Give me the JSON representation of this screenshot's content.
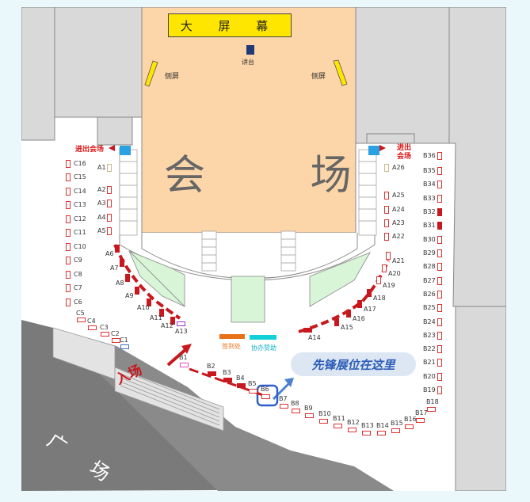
{
  "venue": {
    "big_screen": "大 屏 幕",
    "podium": "讲台",
    "side_screen_left": "侧屏",
    "side_screen_right": "侧屏",
    "hall": "会 场",
    "exit_left": "进出会场",
    "exit_right": "进出会场",
    "sign_in": "签到处",
    "sponsor": "协办赞助",
    "entrance": "入场",
    "plaza": "广场",
    "pioneer_callout": "先锋展位在这里"
  },
  "colors": {
    "hall": "#fcd5a8",
    "green_seating": "#d8f5d8",
    "booth_outline": "#dd3333",
    "booth_filled": "#c8181e",
    "callout": "#2d5db8",
    "screen": "#ffe600",
    "plaza": "#7a7a7a",
    "building": "#d9d9d9"
  },
  "booths": {
    "C": [
      "C1",
      "C2",
      "C3",
      "C4",
      "C5",
      "C6",
      "C7",
      "C8",
      "C9",
      "C10",
      "C11",
      "C12",
      "C13",
      "C14",
      "C15",
      "C16"
    ],
    "A": [
      "A1",
      "A2",
      "A3",
      "A4",
      "A5",
      "A6",
      "A7",
      "A8",
      "A9",
      "A10",
      "A11",
      "A12",
      "A13",
      "A14",
      "A15",
      "A16",
      "A17",
      "A18",
      "A19",
      "A20",
      "A21",
      "A22",
      "A23",
      "A24",
      "A25",
      "A26"
    ],
    "B": [
      "B1",
      "B2",
      "B3",
      "B4",
      "B5",
      "B6",
      "B7",
      "B8",
      "B9",
      "B10",
      "B11",
      "B12",
      "B13",
      "B14",
      "B15",
      "B16",
      "B17",
      "B18",
      "B19",
      "B20",
      "B21",
      "B22",
      "B23",
      "B24",
      "B25",
      "B26",
      "B27",
      "B28",
      "B29",
      "B30",
      "B31",
      "B32",
      "B33",
      "B34",
      "B35",
      "B36"
    ]
  },
  "highlighted_booth": "B6"
}
